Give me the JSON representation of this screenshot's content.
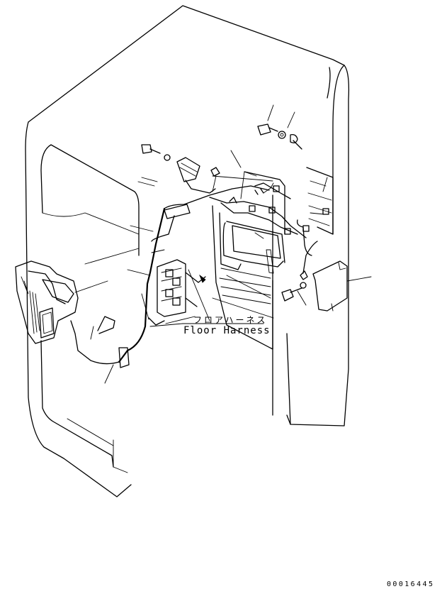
{
  "labels": {
    "floor_harness_jp": "フロアハーネス",
    "floor_harness_en": "Floor Harness"
  },
  "drawing_number": "00016445"
}
